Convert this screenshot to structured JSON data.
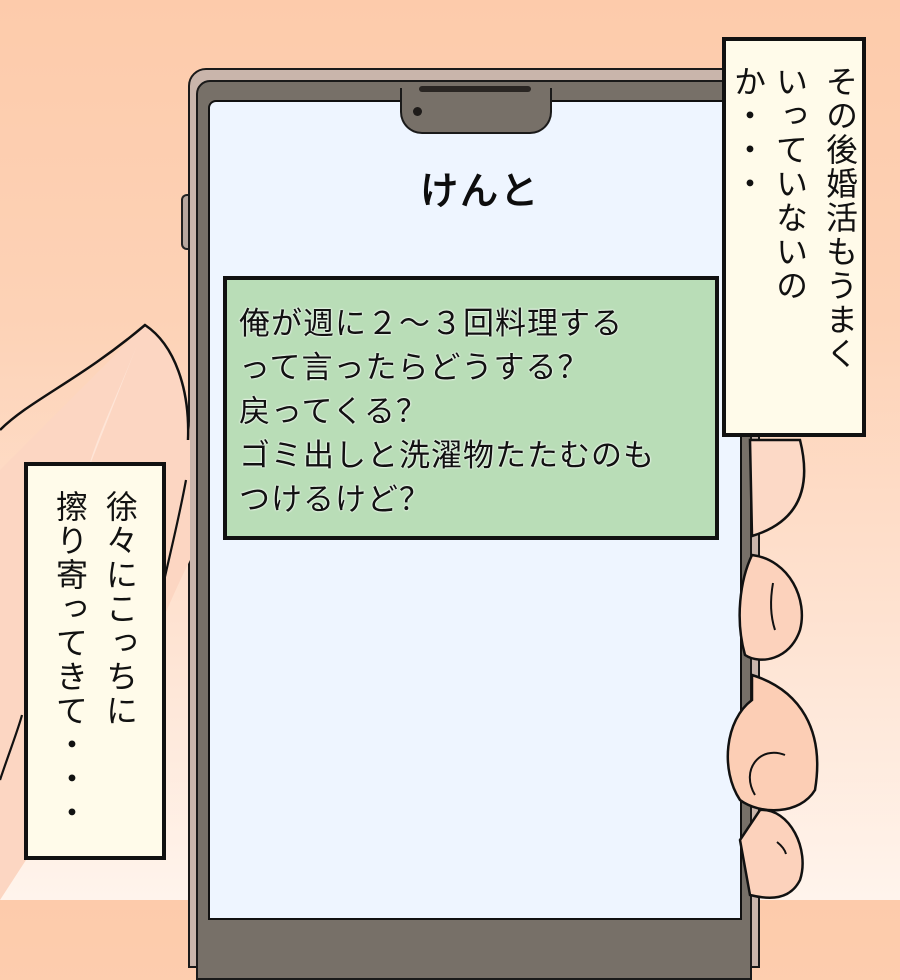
{
  "panel": {
    "background_color": "#fdcbab",
    "phone": {
      "contact_name": "けんと",
      "screen_color": "#eef5ff",
      "message": {
        "bubble_color": "#b9ddb7",
        "lines": [
          "俺が週に２～３回料理する",
          "って言ったらどうする？",
          "戻ってくる？",
          "ゴミ出しと洗濯物たたむのも",
          "つけるけど？"
        ]
      }
    },
    "captions": {
      "right": {
        "columns": [
          "その後婚活もうまく",
          "いっていないのか・・・"
        ]
      },
      "left": {
        "columns": [
          "徐々にこっちに",
          "擦り寄ってきて・・・"
        ]
      }
    }
  }
}
